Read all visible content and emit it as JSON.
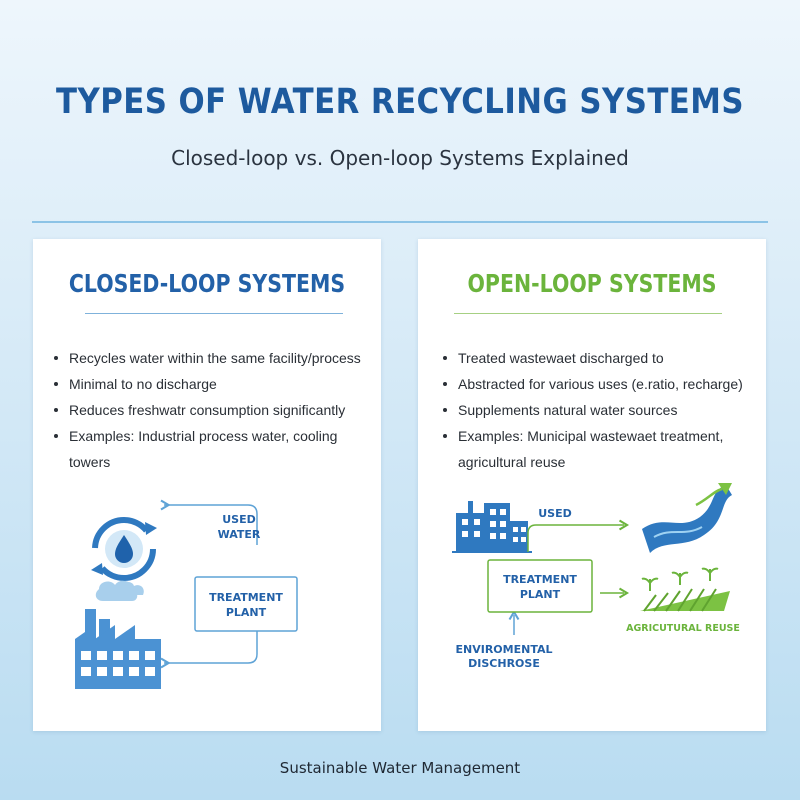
{
  "header": {
    "title": "TYPES OF WATER RECYCLING SYSTEMS",
    "subtitle": "Closed-loop vs. Open-loop Systems Explained"
  },
  "closed_loop": {
    "title": "CLOSED-LOOP SYSTEMS",
    "bullets": [
      "Recycles water within the same facility/process",
      "Minimal to no discharge",
      "Reduces freshwatr consumption significantly",
      "Examples: Industrial process water, cooling towers"
    ],
    "diagram": {
      "used_water_line1": "USED",
      "used_water_line2": "WATER",
      "plant_line1": "TREATMENT",
      "plant_line2": "PLANT",
      "icons": [
        "recycle-water-icon",
        "factory-icon"
      ]
    }
  },
  "open_loop": {
    "title": "OPEN-LOOP SYSTEMS",
    "bullets": [
      "Treated wastewaet discharged to",
      "Abstracted for various uses (e.ratio, recharge)",
      "Supplements natural water sources",
      "Examples: Municipal wastewaet treatment, agricultural reuse"
    ],
    "diagram": {
      "used_label": "USED",
      "plant_line1": "TREATMENT",
      "plant_line2": "PLANT",
      "env_line1": "ENVIROMENTAL",
      "env_line2": "DISCHROSE",
      "agri_label": "AGRICUTURAL REUSE",
      "icons": [
        "city-buildings-icon",
        "river-icon",
        "crops-icon"
      ]
    }
  },
  "footer": "Sustainable Water Management",
  "colors": {
    "blue_accent": "#2361a8",
    "green_accent": "#6bb43c",
    "light_blue": "#5fa3d6"
  }
}
